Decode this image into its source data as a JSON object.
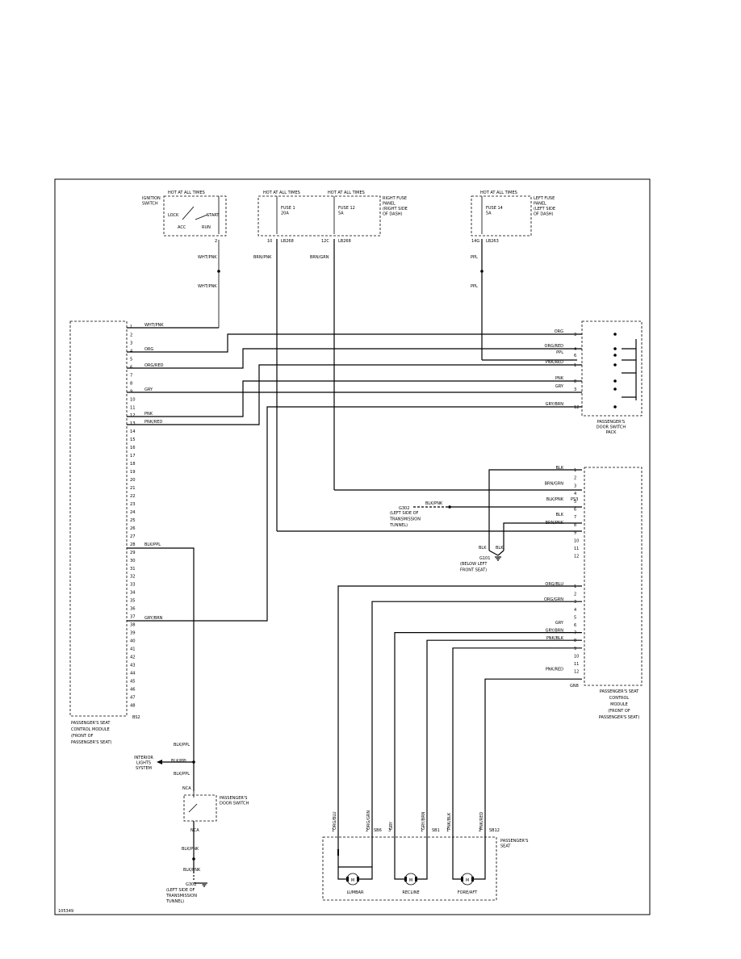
{
  "figure_id": "105349",
  "ignition": {
    "hot_label": "HOT AT ALL TIMES",
    "switch_name": [
      "IGNITION",
      "SWITCH"
    ],
    "positions": [
      "LOCK",
      "ACC",
      "RUN",
      "START"
    ],
    "pin": "2",
    "wire_upper": "WHT/PNK",
    "wire_lower": "WHT/PNK"
  },
  "fuse_panel_right": {
    "hot_label_1": "HOT AT ALL TIMES",
    "hot_label_2": "HOT AT ALL TIMES",
    "fuse1": [
      "FUSE 1",
      "20A"
    ],
    "fuse12": [
      "FUSE 12",
      "5A"
    ],
    "location": [
      "RIGHT FUSE",
      "PANEL",
      "(RIGHT SIDE",
      "OF DASH)"
    ],
    "pin_a": "10",
    "conn_a": "LB268",
    "pin_b": "12C",
    "conn_b": "LB268",
    "wire_a": "BRN/PNK",
    "wire_b": "BRN/GRN"
  },
  "fuse_panel_left": {
    "hot_label": "HOT AT ALL TIMES",
    "fuse": [
      "FUSE 14",
      "5A"
    ],
    "location": [
      "LEFT FUSE",
      "PANEL",
      "(LEFT SIDE",
      "OF DASH)"
    ],
    "pin": "14G",
    "conn": "LB263",
    "wire_upper": "PPL",
    "wire_lower": "PPL"
  },
  "seat_module": {
    "caption": [
      "PASSENGER'S SEAT",
      "CONTROL MODULE",
      "(FRONT OF",
      "PASSENGER'S SEAT)"
    ],
    "connector": "BS2",
    "pins": [
      "1",
      "2",
      "3",
      "4",
      "5",
      "6",
      "7",
      "8",
      "9",
      "10",
      "11",
      "12",
      "13",
      "14",
      "15",
      "16",
      "17",
      "18",
      "19",
      "20",
      "21",
      "22",
      "23",
      "24",
      "25",
      "26",
      "27",
      "28",
      "29",
      "30",
      "31",
      "32",
      "33",
      "34",
      "35",
      "36",
      "37",
      "38",
      "39",
      "40",
      "41",
      "42",
      "43",
      "44",
      "45",
      "46",
      "47",
      "48"
    ],
    "wires": {
      "p1": "WHT/PNK",
      "p4": "ORG",
      "p6": "ORG/RED",
      "p9": "GRY",
      "p12": "PNK",
      "p13": "PNK/RED",
      "p28": "BLK/PPL",
      "p37": "GRY/BRN"
    }
  },
  "door_switch_pack": {
    "caption": [
      "PASSENGER'S",
      "DOOR SWITCH",
      "PACK"
    ],
    "rows": [
      {
        "wire": "ORG",
        "pin": "3"
      },
      {
        "wire": "ORG/RED",
        "pin": "4"
      },
      {
        "wire": "PPL",
        "pin": "6"
      },
      {
        "wire": "PNK/RED",
        "pin": "1"
      },
      {
        "wire": "PNK",
        "pin": "8"
      },
      {
        "wire": "GRY",
        "pin": "3"
      },
      {
        "wire": "GRY/BRN",
        "pin": "12"
      }
    ]
  },
  "seat_control_module_right": {
    "caption": [
      "PASSENGER'S SEAT",
      "CONTROL",
      "MODULE",
      "(FRONT OF",
      "PASSENGER'S SEAT)"
    ],
    "connector_top": "PS3",
    "connector_bottom": "GN8",
    "upper_rows": [
      {
        "wire": "BLK",
        "pin": "1"
      },
      {
        "wire": "",
        "pin": "2"
      },
      {
        "wire": "BRN/GRN",
        "pin": "3"
      },
      {
        "wire": "",
        "pin": "4"
      },
      {
        "wire": "BLK/PNK",
        "pin": "5"
      },
      {
        "wire": "",
        "pin": "6"
      },
      {
        "wire": "BLK",
        "pin": "7"
      },
      {
        "wire": "BRN/PNK",
        "pin": "8"
      },
      {
        "wire": "",
        "pin": "9"
      },
      {
        "wire": "",
        "pin": "10"
      },
      {
        "wire": "",
        "pin": "11"
      },
      {
        "wire": "",
        "pin": "12"
      }
    ],
    "lower_rows": [
      {
        "wire": "ORG/BLU",
        "pin": "1"
      },
      {
        "wire": "",
        "pin": "2"
      },
      {
        "wire": "ORG/GRN",
        "pin": "3"
      },
      {
        "wire": "",
        "pin": "4"
      },
      {
        "wire": "",
        "pin": "5"
      },
      {
        "wire": "GRY",
        "pin": "6"
      },
      {
        "wire": "GRY/BRN",
        "pin": "7"
      },
      {
        "wire": "PNK/BLK",
        "pin": "8"
      },
      {
        "wire": "",
        "pin": "9"
      },
      {
        "wire": "",
        "pin": "10"
      },
      {
        "wire": "",
        "pin": "11"
      },
      {
        "wire": "PNK/RED",
        "pin": "12"
      }
    ]
  },
  "ground_g302_upper": {
    "wire": "BLK/PNK",
    "name": "G302",
    "location": [
      "(LEFT SIDE OF",
      "TRANSMISSION",
      "TUNNEL)"
    ]
  },
  "ground_g101": {
    "wire_a": "BLK",
    "wire_b": "BLK",
    "name": "G101",
    "location": [
      "(BELOW LEFT",
      "FRONT SEAT)"
    ]
  },
  "interior_lights": {
    "label": [
      "INTERIOR",
      "LIGHTS",
      "SYSTEM"
    ],
    "wire_1": "BLK/PPL",
    "wire_2": "BLK/PPL",
    "wire_3": "BLK/PPL"
  },
  "door_switch": {
    "label": [
      "PASSENGER'S",
      "DOOR SWITCH"
    ],
    "nca_top": "NCA",
    "nca_bottom": "NCA",
    "wire_1": "BLK/PNK",
    "wire_2": "BLK/PNK",
    "ground": "G302",
    "location": [
      "(LEFT SIDE OF",
      "TRANSMISSION",
      "TUNNEL)"
    ]
  },
  "passenger_seat": {
    "caption": [
      "PASSENGER'S",
      "SEAT"
    ],
    "motors": [
      "LUMBAR",
      "RECLINE",
      "FORE/AFT"
    ],
    "motor_symbol": "M",
    "wires": [
      "ORG/BLU",
      "ORG/GRN",
      "GRY",
      "GRY/BRN",
      "PNK/BLK",
      "PNK/RED"
    ],
    "pins": [
      "1",
      "2",
      "3",
      "1",
      "1",
      "2"
    ],
    "conn_1": "SB6",
    "conn_2": "SB1",
    "conn_3": "SB12"
  }
}
